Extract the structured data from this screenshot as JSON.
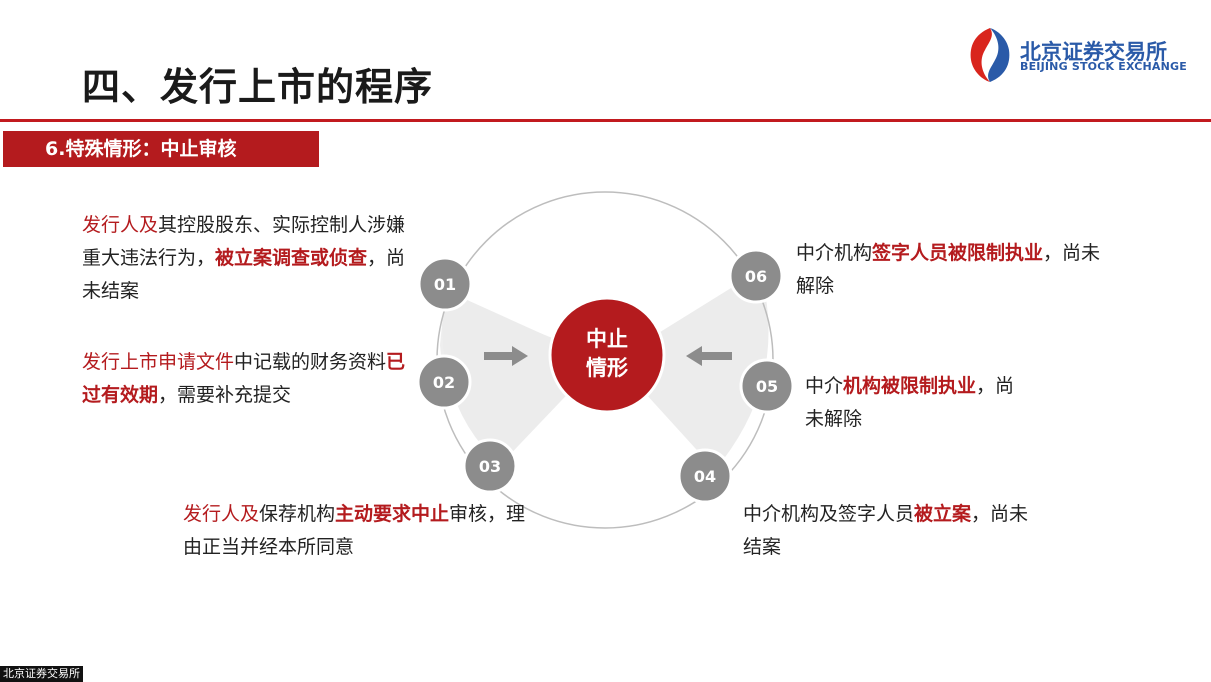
{
  "header": {
    "title": "四、发行上市的程序",
    "logo_cn": "北京证券交易所",
    "logo_en": "BEIJING STOCK EXCHANGE"
  },
  "subtitle": "6.特殊情形：中止审核",
  "center": {
    "line1": "中止",
    "line2": "情形"
  },
  "nodes": [
    "01",
    "02",
    "03",
    "04",
    "05",
    "06"
  ],
  "items": {
    "i1": {
      "a": "发行人及",
      "b": "其控股股东、实际控制人涉嫌重大违法行为，",
      "c": "被立案调查或侦查",
      "d": "，尚未结案"
    },
    "i2": {
      "a": "发行上市申请文件",
      "b": "中记载的财务资料",
      "c": "已过有效期",
      "d": "，需要补充提交"
    },
    "i3": {
      "a": "发行人及",
      "b": "保荐机构",
      "c": "主动要求中止",
      "d": "审核，理由正当并经本所同意"
    },
    "i4": {
      "a": "中介机构及签字人员",
      "b": "被立案",
      "c": "，尚未结案"
    },
    "i5": {
      "a": "中介",
      "b": "机构被限制执业",
      "c": "，尚未解除"
    },
    "i6": {
      "a": "中介机构",
      "b": "签字人员被限制执业",
      "c": "，尚未解除"
    }
  },
  "footer": "北京证券交易所",
  "colors": {
    "accent": "#b41b1e",
    "node_gray": "#8c8c8c",
    "logo_blue": "#2a5aa8"
  }
}
